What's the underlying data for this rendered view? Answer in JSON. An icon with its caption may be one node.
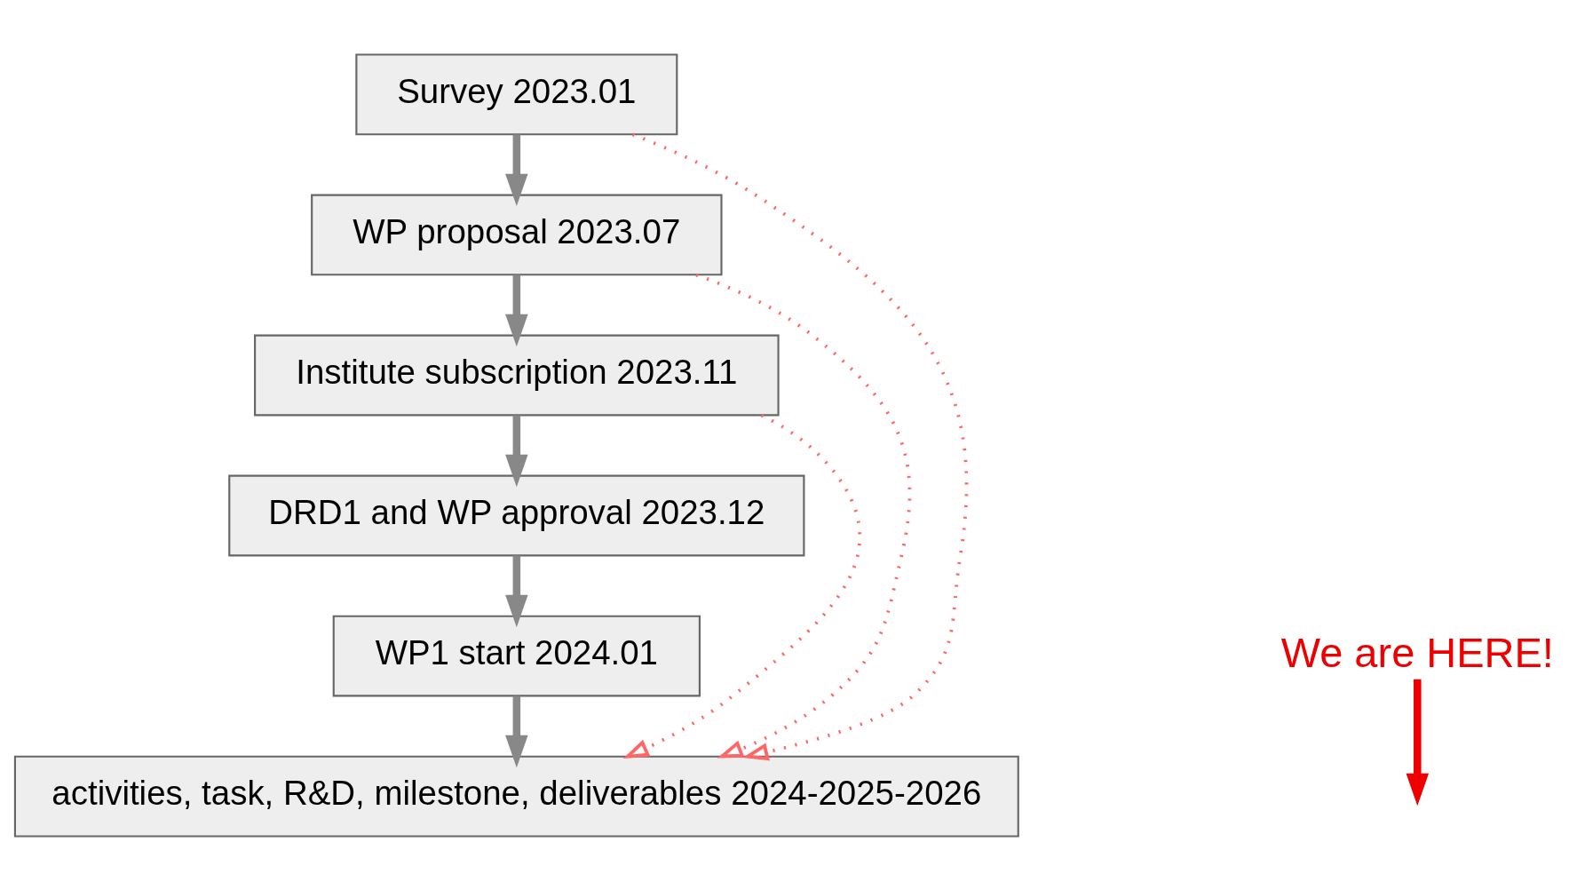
{
  "diagram": {
    "nodes": [
      {
        "text": [
          "Survey 2023.01"
        ]
      },
      {
        "text": [
          "WP proposal 2023.07"
        ]
      },
      {
        "text": [
          "Institute subscription 2023.11"
        ]
      },
      {
        "text": [
          "DRD1 and WP approval 2023.12"
        ]
      },
      {
        "text": [
          "WP1 start 2024.01"
        ]
      },
      {
        "text": [
          "activities, task, R&D, milestone, deliverables 2024-2025-2026"
        ]
      },
      {
        "text": [
          "We are HERE!"
        ]
      }
    ],
    "edges": [
      {
        "from": 0,
        "to": 1,
        "arrow": "to"
      },
      {
        "from": 1,
        "to": 2,
        "arrow": "to"
      },
      {
        "from": 2,
        "to": 3,
        "arrow": "to"
      },
      {
        "from": 3,
        "to": 4,
        "arrow": "to"
      },
      {
        "from": 4,
        "to": 5,
        "arrow": "to"
      },
      {
        "from": 0,
        "to": 5,
        "arrow": "to",
        "style": "dashed",
        "color": "#ff6666"
      },
      {
        "from": 1,
        "to": 5,
        "arrow": "to",
        "style": "dashed",
        "color": "#ff6666"
      },
      {
        "from": 2,
        "to": 5,
        "arrow": "to",
        "style": "dashed",
        "color": "#ff6666"
      },
      {
        "from": 6,
        "to": null,
        "arrow": "to",
        "color": "#ee0000"
      }
    ]
  }
}
